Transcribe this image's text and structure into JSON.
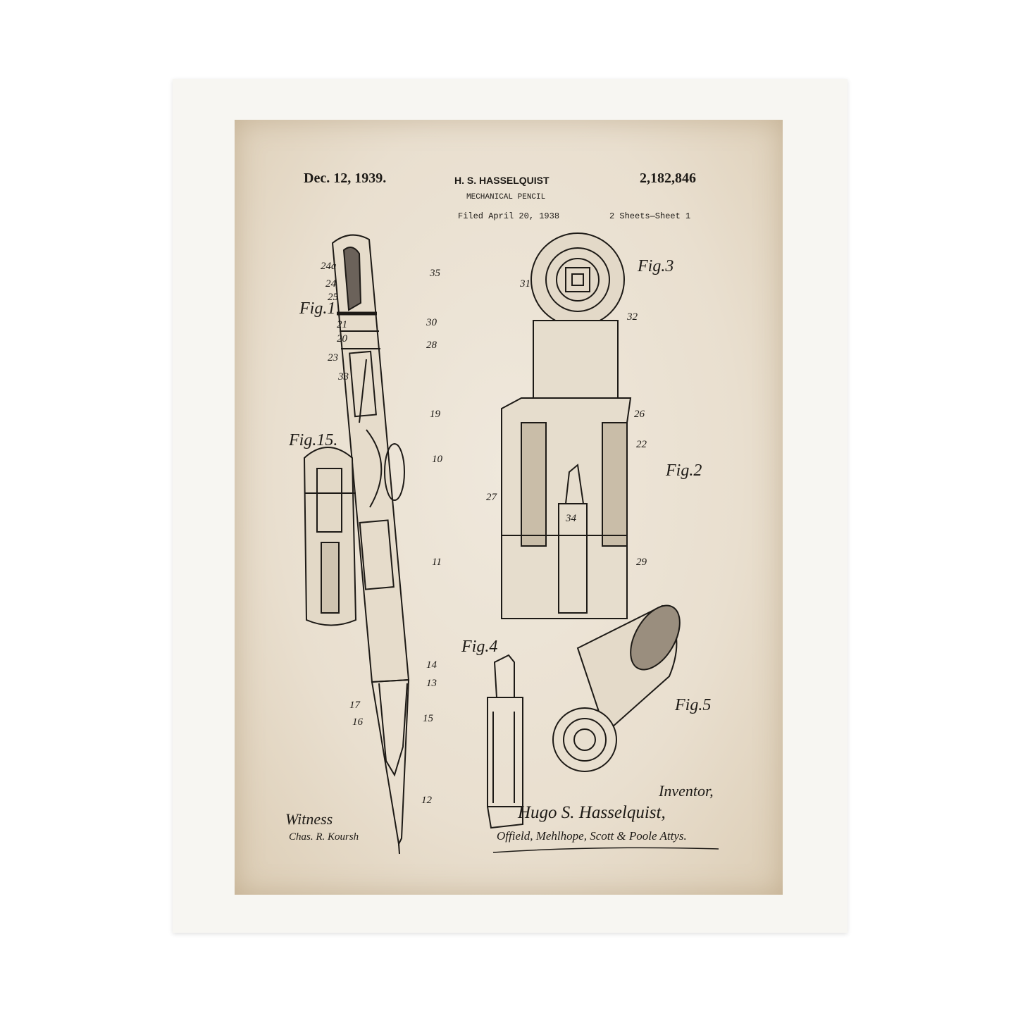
{
  "header": {
    "date": "Dec. 12, 1939.",
    "inventor_name": "H. S. HASSELQUIST",
    "title": "MECHANICAL PENCIL",
    "filed": "Filed April 20, 1938",
    "sheets": "2 Sheets—Sheet 1",
    "patent_number": "2,182,846"
  },
  "figures": {
    "fig1": "Fig.1",
    "fig2": "Fig.2",
    "fig3": "Fig.3",
    "fig4": "Fig.4",
    "fig5": "Fig.5",
    "fig15": "Fig.15."
  },
  "signatures": {
    "witness_label": "Witness",
    "witness_name": "Chas. R. Koursh",
    "inventor_label": "Inventor,",
    "inventor_name": "Hugo S. Hasselquist,",
    "attorneys": "Offield, Mehlhope, Scott & Poole Attys."
  },
  "refs": {
    "r35": "35",
    "r24a": "24a",
    "r24": "24",
    "r25": "25",
    "r21": "21",
    "r20": "20",
    "r23": "23",
    "r33": "33",
    "r30": "30",
    "r28": "28",
    "r19": "19",
    "r10": "10",
    "r11": "11",
    "r14": "14",
    "r13": "13",
    "r17": "17",
    "r16": "16",
    "r15": "15",
    "r12": "12",
    "r26": "26",
    "r22": "22",
    "r27": "27",
    "r31": "31",
    "r32": "32",
    "r34": "34",
    "r29": "29"
  },
  "colors": {
    "ink": "#1d1a16",
    "paper": "#ebe2d3",
    "frame": "#f7f6f2"
  }
}
